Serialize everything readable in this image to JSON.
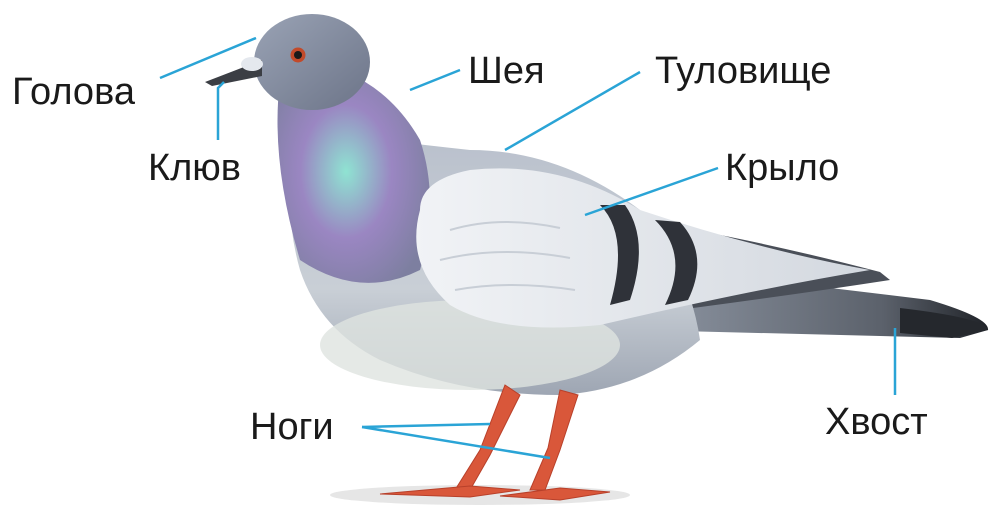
{
  "labels": {
    "head": "Голова",
    "beak": "Клюв",
    "neck": "Шея",
    "body": "Туловище",
    "wing": "Крыло",
    "legs": "Ноги",
    "tail": "Хвост"
  },
  "colors": {
    "leader_line": "#2aa4d6",
    "label_text": "#1a1a1a",
    "head_grey": "#8a93a6",
    "iridescent_green": "#7fd8c8",
    "iridescent_purple": "#a77bb8",
    "wing_light": "#e8ebf0",
    "wing_bar": "#3a3d45",
    "tail_dark": "#2b2e33",
    "leg_red": "#d9573a"
  }
}
